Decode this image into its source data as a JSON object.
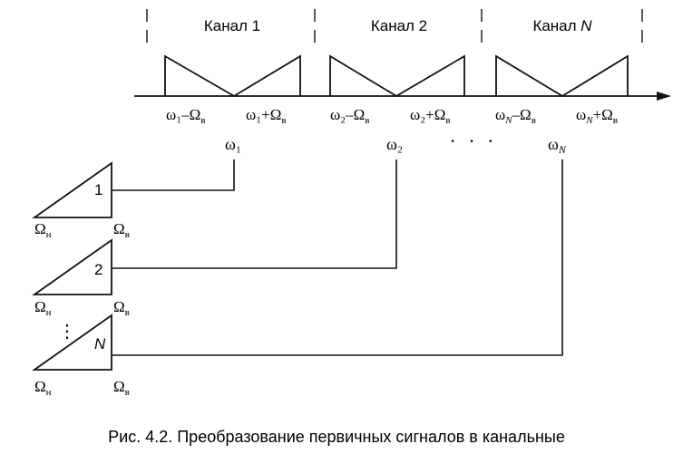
{
  "channels": [
    {
      "label": "Канал 1",
      "lower": "ω₁–Ω",
      "lower_sub": "в",
      "upper": "ω₁+Ω",
      "upper_sub": "в",
      "carrier": "ω₁"
    },
    {
      "label": "Канал 2",
      "lower": "ω₂–Ω",
      "lower_sub": "в",
      "upper": "ω₂+Ω",
      "upper_sub": "в",
      "carrier": "ω₂"
    },
    {
      "label_main": "Канал ",
      "label_var": "N",
      "lower_pre": "ω",
      "lower_var": "N",
      "lower_post": "–Ω",
      "lower_sub": "в",
      "upper_pre": "ω",
      "upper_var": "N",
      "upper_post": "+Ω",
      "upper_sub": "в",
      "carrier_pre": "ω",
      "carrier_var": "N"
    }
  ],
  "dots": "· · ·",
  "vertical_dots": "⋮",
  "sources": [
    {
      "number": "1",
      "low": "Ω",
      "low_sub": "н",
      "high": "Ω",
      "high_sub": "в"
    },
    {
      "number": "2",
      "low": "Ω",
      "low_sub": "н",
      "high": "Ω",
      "high_sub": "в"
    },
    {
      "number": "N",
      "low": "Ω",
      "low_sub": "н",
      "high": "Ω",
      "high_sub": "в"
    }
  ],
  "caption": "Рис. 4.2. Преобразование первичных сигналов в канальные"
}
